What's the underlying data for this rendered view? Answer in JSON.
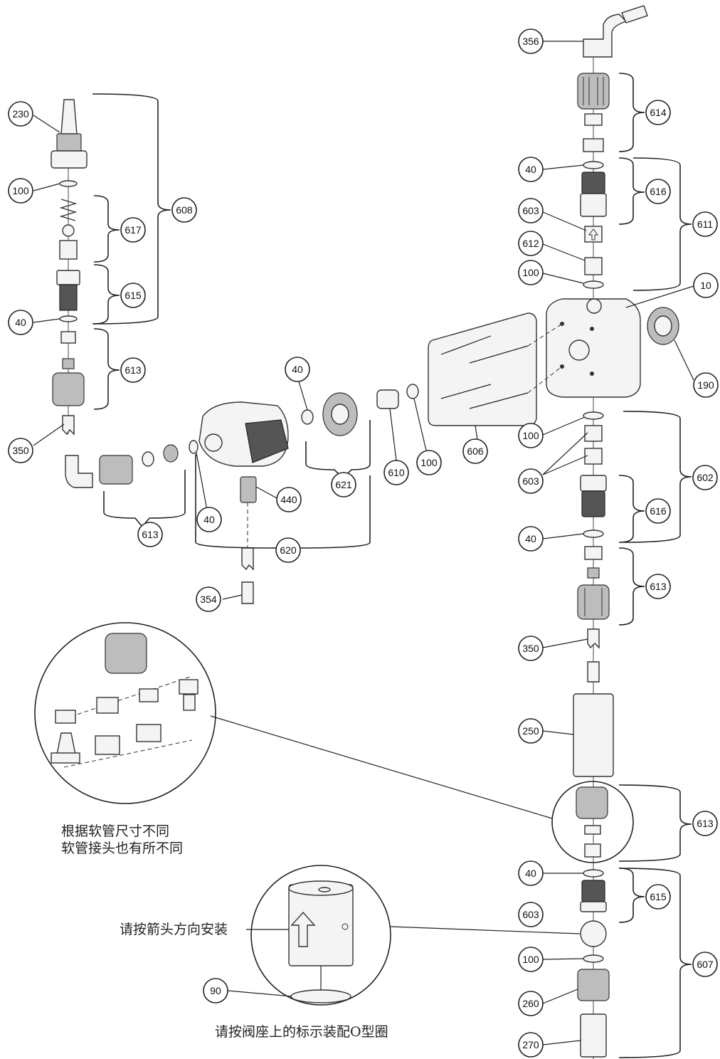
{
  "callouts": [
    "356",
    "614",
    "40",
    "616",
    "603",
    "611",
    "612",
    "100",
    "10",
    "190",
    "230",
    "100",
    "608",
    "617",
    "615",
    "40",
    "613",
    "350",
    "40",
    "621",
    "610",
    "100",
    "606",
    "602",
    "613",
    "40",
    "620",
    "440",
    "354",
    "100",
    "603",
    "616",
    "40",
    "613",
    "350",
    "250",
    "613",
    "40",
    "615",
    "603",
    "100",
    "607",
    "260",
    "90",
    "270"
  ],
  "notes": {
    "fitting_note_line1": "根据软管尺寸不同",
    "fitting_note_line2": "软管接头也有所不同",
    "arrow_note": "请按箭头方向安装",
    "oring_note": "请按阀座上的标示装配O型圈"
  },
  "colors": {
    "line": "#222222",
    "part_fill": "#f4f4f4",
    "rib_dark": "#555555"
  }
}
